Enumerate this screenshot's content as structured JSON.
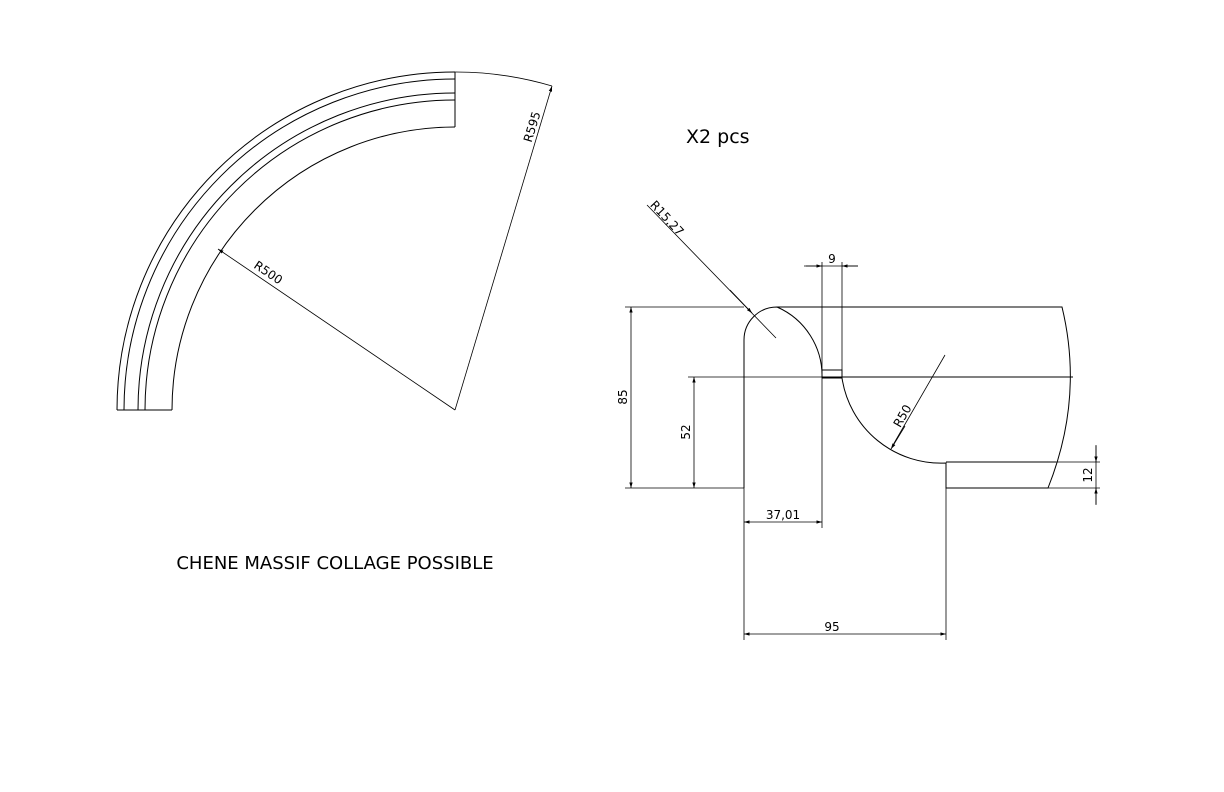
{
  "notes": {
    "quantity": "X2 pcs",
    "material": "CHENE MASSIF COLLAGE POSSIBLE"
  },
  "plan_view": {
    "radius_inner": "R500",
    "radius_outer": "R595"
  },
  "profile_view": {
    "radius_top": "R15,27",
    "radius_cove": "R50",
    "width_slot": "9",
    "height_total": "85",
    "height_step": "52",
    "height_foot": "12",
    "width_nose": "37,01",
    "width_total": "95"
  }
}
